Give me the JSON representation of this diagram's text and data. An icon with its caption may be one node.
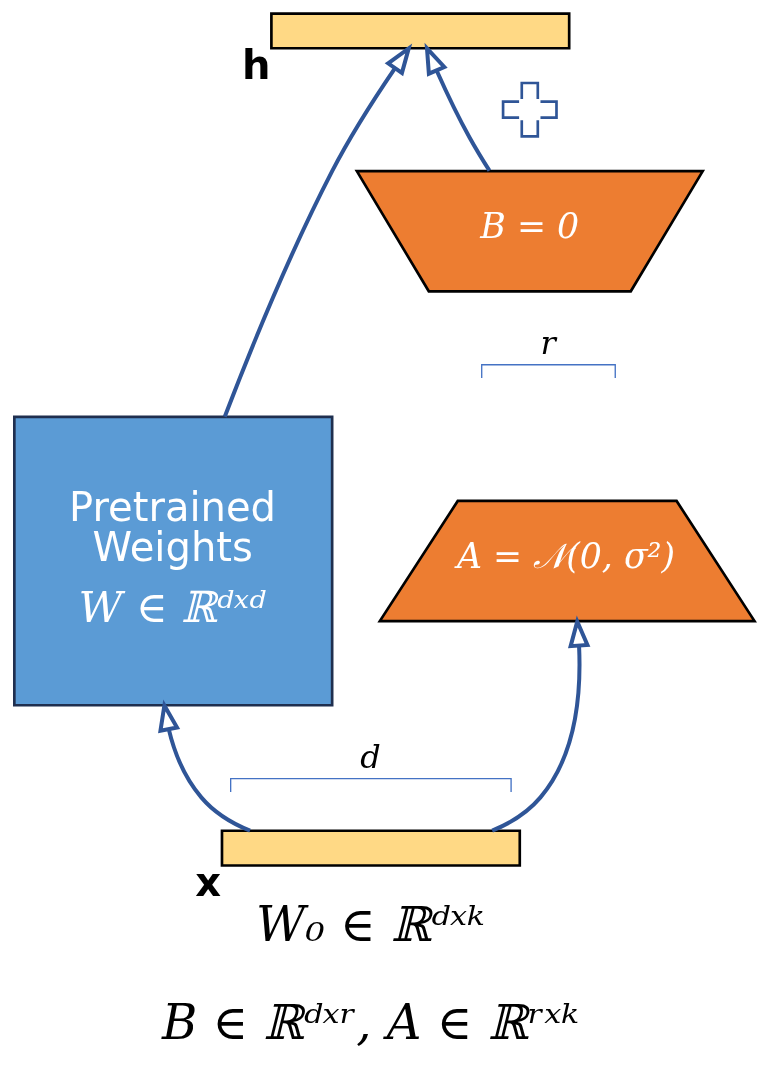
{
  "diagram": {
    "nodes": [
      {
        "text": [],
        "shape": "bar",
        "beside": [
          "h"
        ]
      },
      {
        "text": [],
        "shape": "plus"
      },
      {
        "text": [
          "Pretrained Weights",
          "W ∈ ℝᵈˣᵈ"
        ]
      },
      {
        "text": [
          "B = 0"
        ]
      },
      {
        "text": [
          "A = 𝒩(0, σ²)"
        ]
      },
      {
        "text": [],
        "shape": "bar",
        "beside": [
          "x"
        ]
      }
    ],
    "edges": [
      {
        "from": 2,
        "to": 0,
        "arrow": "to"
      },
      {
        "from": 3,
        "to": 0,
        "arrow": "to"
      },
      {
        "from": 5,
        "to": 2,
        "arrow": "to"
      },
      {
        "from": 5,
        "to": 4,
        "arrow": "to"
      }
    ],
    "labels": [
      "r",
      "d",
      "W₀ ∈ ℝᵈˣᵏ",
      "B ∈ ℝᵈˣʳ, A ∈ ℝʳˣᵏ"
    ]
  }
}
